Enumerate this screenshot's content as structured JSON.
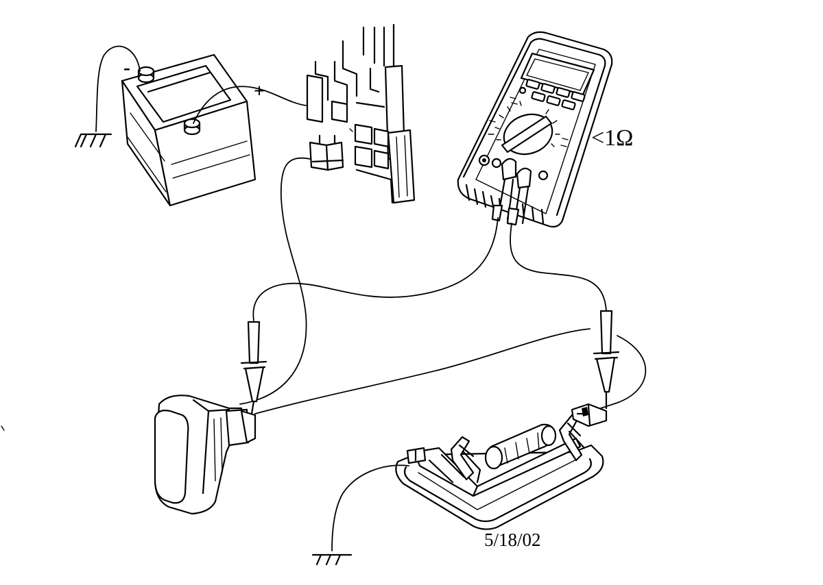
{
  "labels": {
    "battery_negative": "-",
    "battery_positive": "+",
    "resistance_reading": "<1Ω",
    "date_stamp": "5/18/02"
  },
  "components": {
    "battery": "battery",
    "fuse_box": "fuse-box",
    "multimeter": "multimeter",
    "switch": "switch",
    "lamp_housing": "lamp-housing"
  }
}
